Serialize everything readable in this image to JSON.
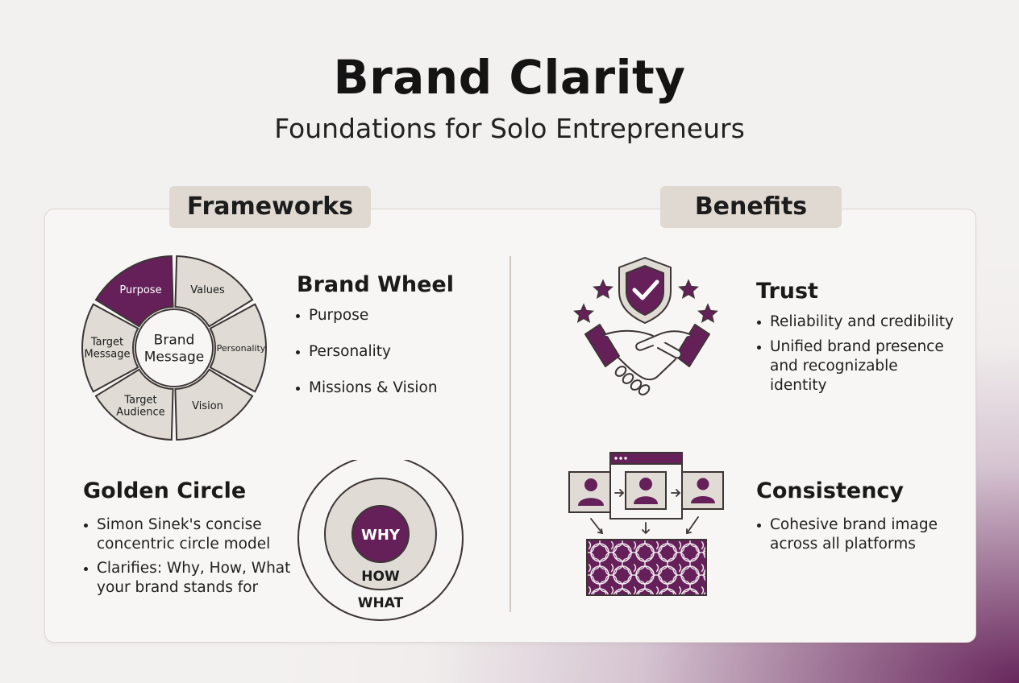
{
  "title": "Brand Clarity",
  "subtitle": "Foundations for Solo Entrepreneurs",
  "colors": {
    "accent": "#65205a",
    "tab_bg": "#dfd9d2",
    "segment_fill": "#e0dbd5",
    "outline": "#3d3535"
  },
  "frameworks": {
    "tab_label": "Frameworks",
    "brand_wheel": {
      "heading": "Brand Wheel",
      "center_label": [
        "Brand",
        "Message"
      ],
      "segments": [
        {
          "label": [
            "Purpose"
          ],
          "highlighted": true
        },
        {
          "label": [
            "Values"
          ],
          "highlighted": false
        },
        {
          "label": [
            "Personality"
          ],
          "highlighted": false
        },
        {
          "label": [
            "Vision"
          ],
          "highlighted": false
        },
        {
          "label": [
            "Target",
            "Audience"
          ],
          "highlighted": false
        },
        {
          "label": [
            "Target",
            "Message"
          ],
          "highlighted": false
        }
      ],
      "bullets": [
        "Purpose",
        "Personality",
        "Missions & Vision"
      ]
    },
    "golden_circle": {
      "heading": "Golden Circle",
      "bullets": [
        "Simon Sinek's concise concentric circle model",
        "Clarifies: Why, How, What your brand stands for"
      ],
      "rings": {
        "inner": "WHY",
        "middle": "HOW",
        "outer": "WHAT"
      }
    }
  },
  "benefits": {
    "tab_label": "Benefits",
    "trust": {
      "heading": "Trust",
      "icon": "shield-handshake-icon",
      "bullets": [
        "Reliability and credibility",
        "Unified brand presence and recognizable identity"
      ]
    },
    "consistency": {
      "heading": "Consistency",
      "icon": "profile-windows-pattern-icon",
      "bullets": [
        "Cohesive brand image across all platforms"
      ]
    }
  }
}
